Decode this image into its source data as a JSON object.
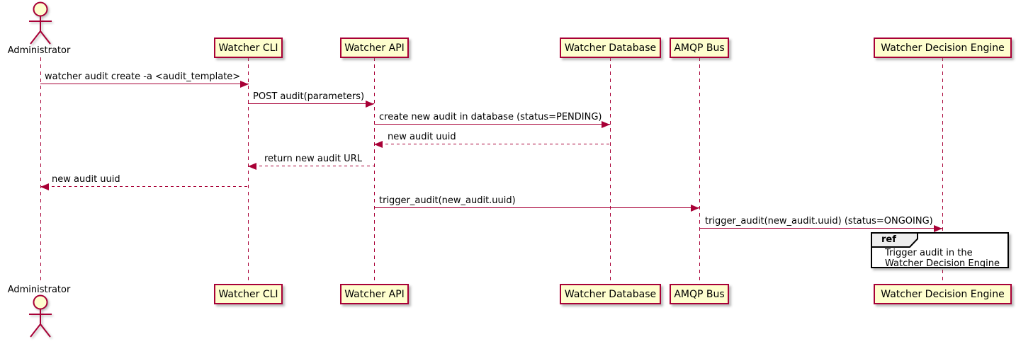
{
  "diagram": {
    "type": "sequence-diagram",
    "style": "plantuml"
  },
  "colors": {
    "background": "#FFFFFF",
    "participant_fill": "#FEFECE",
    "participant_border": "#A80036",
    "lifeline": "#A80036",
    "arrow": "#A80036",
    "text": "#000000",
    "ref_border": "#000000",
    "ref_header_fill": "#EEEEEE",
    "shadow": "#6E6E6E"
  },
  "actor": {
    "label": "Administrator",
    "icon": "stick-figure"
  },
  "participants": [
    {
      "label": "Watcher CLI"
    },
    {
      "label": "Watcher API"
    },
    {
      "label": "Watcher Database"
    },
    {
      "label": "AMQP Bus"
    },
    {
      "label": "Watcher Decision Engine"
    }
  ],
  "messages": [
    {
      "label": "watcher audit create -a <audit_template>",
      "from": "Administrator",
      "to": "Watcher CLI",
      "line": "solid"
    },
    {
      "label": "POST audit(parameters)",
      "from": "Watcher CLI",
      "to": "Watcher API",
      "line": "solid"
    },
    {
      "label": "create new audit in database (status=PENDING)",
      "from": "Watcher API",
      "to": "Watcher Database",
      "line": "solid"
    },
    {
      "label": "new audit uuid",
      "from": "Watcher Database",
      "to": "Watcher API",
      "line": "dashed"
    },
    {
      "label": "return new audit URL",
      "from": "Watcher API",
      "to": "Watcher CLI",
      "line": "dashed"
    },
    {
      "label": "new audit uuid",
      "from": "Watcher CLI",
      "to": "Administrator",
      "line": "dashed"
    },
    {
      "label": "trigger_audit(new_audit.uuid)",
      "from": "Watcher API",
      "to": "AMQP Bus",
      "line": "solid"
    },
    {
      "label": "trigger_audit(new_audit.uuid) (status=ONGOING)",
      "from": "AMQP Bus",
      "to": "Watcher Decision Engine",
      "line": "solid"
    }
  ],
  "ref_fragment": {
    "keyword": "ref",
    "over": "Watcher Decision Engine",
    "lines": [
      "Trigger audit in the",
      "Watcher Decision Engine"
    ]
  }
}
